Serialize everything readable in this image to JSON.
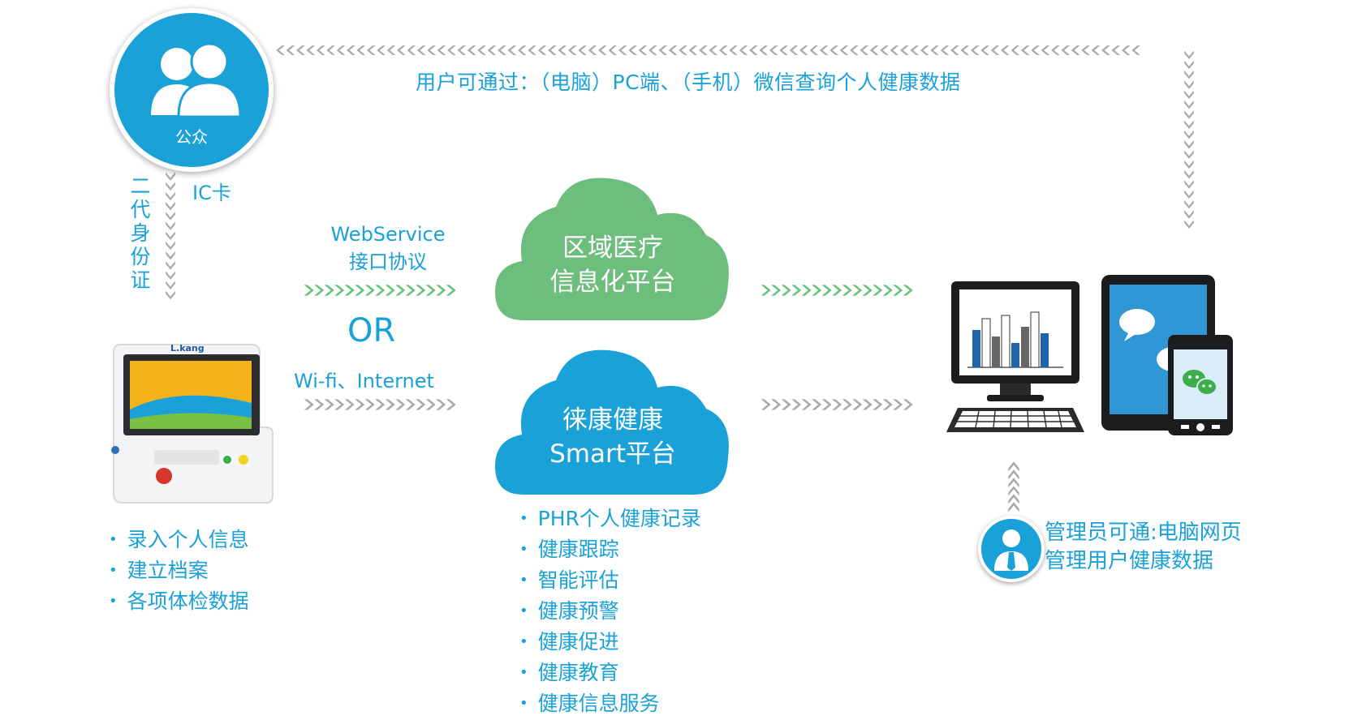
{
  "public": {
    "label": "公众"
  },
  "top_note": "用户可通过：（电脑）PC端、（手机）微信查询个人健康数据",
  "left_links": {
    "id_card": "二代身份证",
    "ic_card": "IC卡"
  },
  "protocols": {
    "webservice": [
      "WebService",
      "接口协议"
    ],
    "or": "OR",
    "network": "Wi-fi、Internet"
  },
  "clouds": {
    "regional": [
      "区域医疗",
      "信息化平台"
    ],
    "smart": [
      "徕康健康",
      "Smart平台"
    ]
  },
  "device": {
    "brand": "L.kang"
  },
  "device_features": [
    "录入个人信息",
    "建立档案",
    "各项体检数据"
  ],
  "smart_features": [
    "PHR个人健康记录",
    "健康跟踪",
    "智能评估",
    "健康预警",
    "健康促进",
    "健康教育",
    "健康信息服务"
  ],
  "admin": {
    "lines": [
      "管理员可通:电脑网页",
      "管理用户健康数据"
    ]
  },
  "colors": {
    "blue": "#1aa1d8",
    "green_cloud": "#6dbd7c",
    "blue_cloud": "#1aa1d8",
    "green_arrow": "#66c17a",
    "grey_arrow": "#a7a9ab"
  }
}
